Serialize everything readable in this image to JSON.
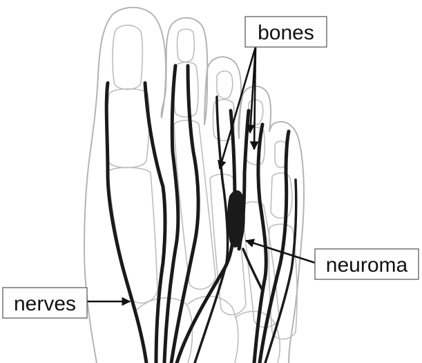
{
  "labels": {
    "bones": "bones",
    "neuroma": "neuroma",
    "nerves": "nerves"
  },
  "colors": {
    "skin_outline": "#b4b4b4",
    "bone_outline": "#bdbdbd",
    "nerve": "#1a1a1a",
    "label_border": "#6a6a6a"
  }
}
